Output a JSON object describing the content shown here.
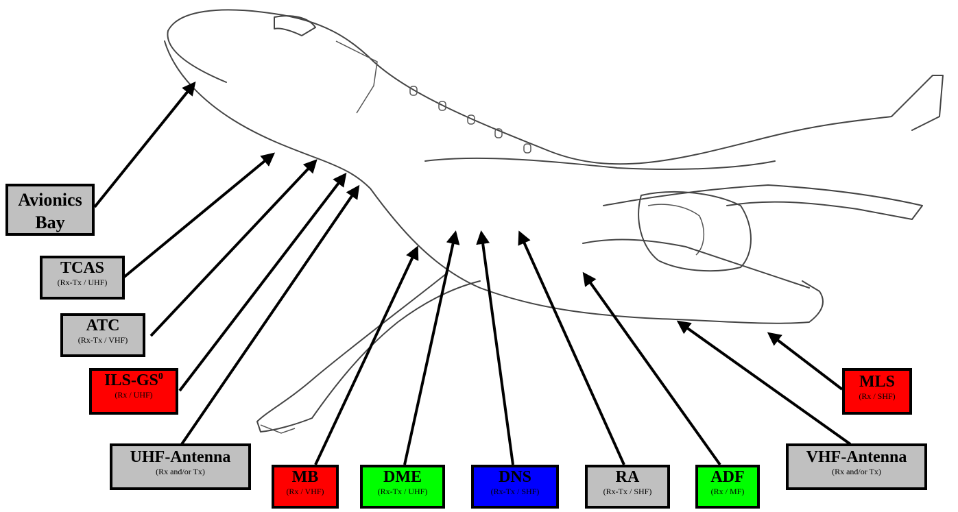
{
  "labels": {
    "avionics": {
      "title": "Avionics Bay",
      "color": "#c0c0c0"
    },
    "tcas": {
      "title": "TCAS",
      "sub": "(Rx-Tx / UHF)",
      "color": "#c0c0c0"
    },
    "atc": {
      "title": "ATC",
      "sub": "(Rx-Tx / VHF)",
      "color": "#c0c0c0"
    },
    "ilsgs": {
      "title": "ILS-GS",
      "sup": "0",
      "sub": "(Rx / UHF)",
      "color": "#ff0000"
    },
    "uhf": {
      "title": "UHF-Antenna",
      "sub": "(Rx and/or Tx)",
      "color": "#c0c0c0"
    },
    "mb": {
      "title": "MB",
      "sub": "(Rx / VHF)",
      "color": "#ff0000"
    },
    "dme": {
      "title": "DME",
      "sub": "(Rx-Tx / UHF)",
      "color": "#00ff00"
    },
    "dns": {
      "title": "DNS",
      "sub": "(Rx-Tx / SHF)",
      "color": "#0000ff"
    },
    "ra": {
      "title": "RA",
      "sub": "(Rx-Tx / SHF)",
      "color": "#c0c0c0"
    },
    "adf": {
      "title": "ADF",
      "sub": "(Rx / MF)",
      "color": "#00ff00"
    },
    "vhf": {
      "title": "VHF-Antenna",
      "sub": "(Rx and/or Tx)",
      "color": "#c0c0c0"
    },
    "mls": {
      "title": "MLS",
      "sub": "(Rx / SHF)",
      "color": "#ff0000"
    }
  }
}
